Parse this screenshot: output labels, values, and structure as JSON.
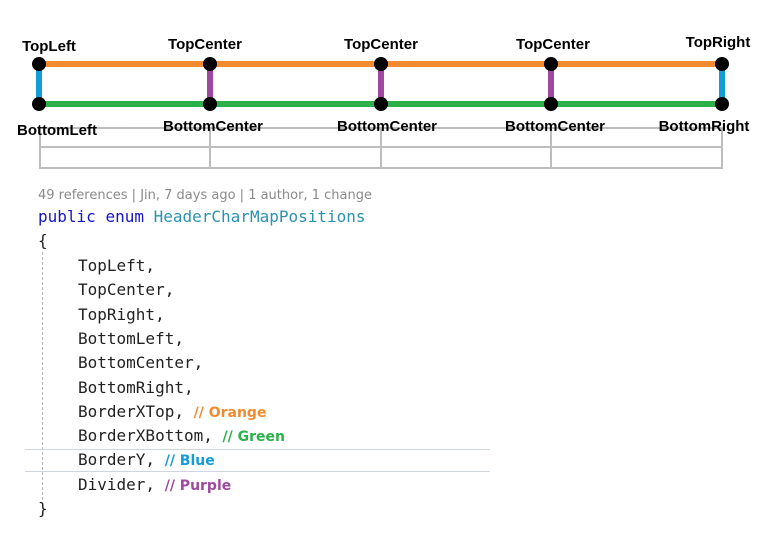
{
  "diagram": {
    "top_labels": [
      "TopLeft",
      "TopCenter",
      "TopCenter",
      "TopCenter",
      "TopRight"
    ],
    "bottom_labels": [
      "BottomLeft",
      "BottomCenter",
      "BottomCenter",
      "BottomCenter",
      "BottomRight"
    ],
    "colors": {
      "border_x_top": "#f28a30",
      "border_x_bottom": "#2bb04a",
      "border_y": "#129cd8",
      "divider": "#a0489f",
      "junction": "#000000"
    }
  },
  "codelens": {
    "references": "49 references",
    "separator1": " | ",
    "author_time": "Jin, 7 days ago",
    "separator2": " | ",
    "changes": "1 author, 1 change"
  },
  "code": {
    "keyword_public": "public",
    "keyword_enum": "enum",
    "type_name": "HeaderCharMapPositions",
    "open_brace": "{",
    "close_brace": "}",
    "members": [
      {
        "name": "TopLeft,",
        "comment": ""
      },
      {
        "name": "TopCenter,",
        "comment": ""
      },
      {
        "name": "TopRight,",
        "comment": ""
      },
      {
        "name": "BottomLeft,",
        "comment": ""
      },
      {
        "name": "BottomCenter,",
        "comment": ""
      },
      {
        "name": "BottomRight,",
        "comment": ""
      },
      {
        "name": "BorderXTop,",
        "comment": "// Orange",
        "comment_color": "#f28a30"
      },
      {
        "name": "BorderXBottom,",
        "comment": "// Green",
        "comment_color": "#2bb04a"
      },
      {
        "name": "BorderY,",
        "comment": "// Blue",
        "comment_color": "#129cd8"
      },
      {
        "name": "Divider,",
        "comment": "// Purple",
        "comment_color": "#a0489f"
      }
    ]
  }
}
